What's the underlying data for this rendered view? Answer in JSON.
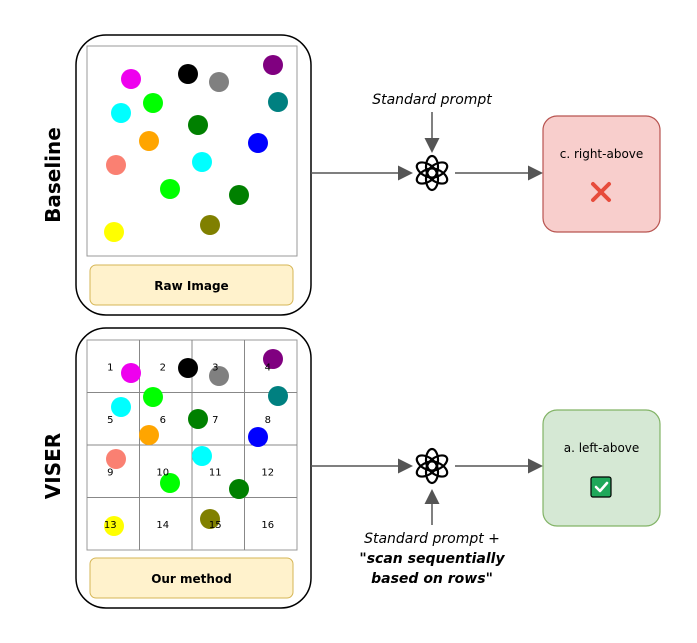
{
  "baseline": {
    "row_label": "Baseline",
    "caption": "Raw Image",
    "prompt": "Standard prompt",
    "result_text": "c. right-above",
    "result_mark": "cross-icon"
  },
  "viser": {
    "row_label": "VISER",
    "caption": "Our method",
    "prompt_line1": "Standard prompt +",
    "prompt_line2": "\"scan sequentially",
    "prompt_line3": "based on rows\"",
    "result_text": "a. left-above",
    "result_mark": "check-icon"
  },
  "grid_numbers": [
    "1",
    "2",
    "3",
    "4",
    "5",
    "6",
    "7",
    "8",
    "9",
    "10",
    "11",
    "12",
    "13",
    "14",
    "15",
    "16"
  ],
  "colors": {
    "wrong_fill": "#f8cecc",
    "wrong_stroke": "#b85450",
    "right_fill": "#d5e8d4",
    "right_stroke": "#82b366",
    "caption_fill": "#fff2cc",
    "caption_stroke": "#d6b656",
    "arrow": "#555555"
  },
  "dots": [
    {
      "name": "magenta",
      "color": "#ee00ee"
    },
    {
      "name": "black",
      "color": "#000000"
    },
    {
      "name": "gray",
      "color": "#808080"
    },
    {
      "name": "purple",
      "color": "#800080"
    },
    {
      "name": "cyan",
      "color": "#00ffff"
    },
    {
      "name": "lime",
      "color": "#00ff00"
    },
    {
      "name": "teal",
      "color": "#008080"
    },
    {
      "name": "green",
      "color": "#008000"
    },
    {
      "name": "orange",
      "color": "#ffa500"
    },
    {
      "name": "blue",
      "color": "#0000ff"
    },
    {
      "name": "salmon",
      "color": "#fa8072"
    },
    {
      "name": "cyan-2",
      "color": "#00ffff"
    },
    {
      "name": "lime-2",
      "color": "#00ff00"
    },
    {
      "name": "green-2",
      "color": "#008000"
    },
    {
      "name": "olive",
      "color": "#808000"
    },
    {
      "name": "yellow",
      "color": "#ffff00"
    }
  ]
}
